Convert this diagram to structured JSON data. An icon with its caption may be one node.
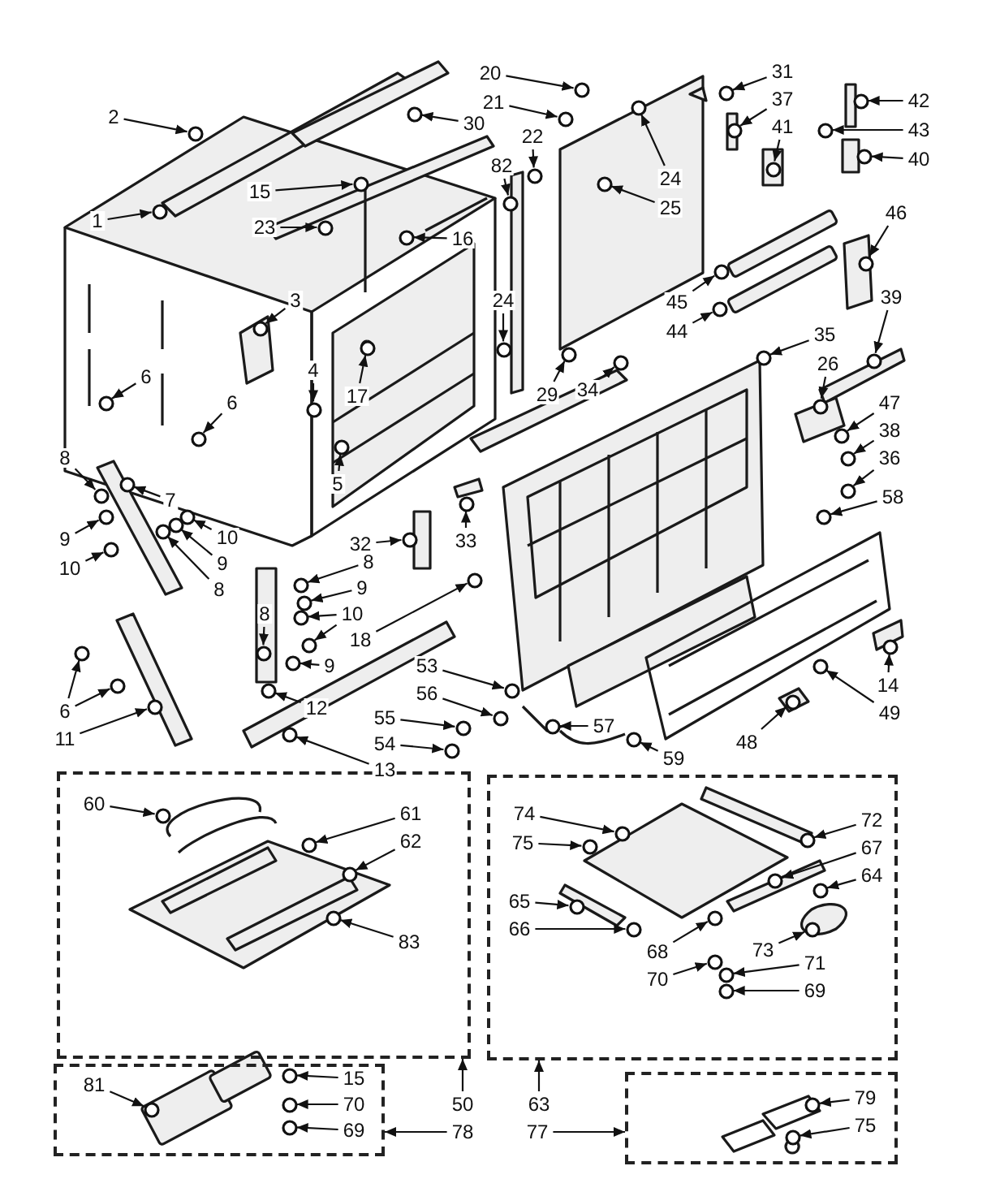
{
  "diagram": {
    "nodes": [
      {
        "text": [],
        "shape": "box"
      },
      {
        "text": [],
        "shape": "box"
      },
      {
        "text": [],
        "shape": "box"
      },
      {
        "text": [],
        "shape": "box"
      },
      {
        "text": [
          "2"
        ]
      },
      {
        "text": [
          "20"
        ]
      },
      {
        "text": [
          "31"
        ]
      },
      {
        "text": [
          "21"
        ]
      },
      {
        "text": [
          "37"
        ]
      },
      {
        "text": [
          "42"
        ]
      },
      {
        "text": [
          "30"
        ]
      },
      {
        "text": [
          "41"
        ]
      },
      {
        "text": [
          "22"
        ]
      },
      {
        "text": [
          "43"
        ]
      },
      {
        "text": [
          "40"
        ]
      },
      {
        "text": [
          "82"
        ]
      },
      {
        "text": [
          "24"
        ]
      },
      {
        "text": [
          "15"
        ]
      },
      {
        "text": [
          "25"
        ]
      },
      {
        "text": [
          "46"
        ]
      },
      {
        "text": [
          "1"
        ]
      },
      {
        "text": [
          "23"
        ]
      },
      {
        "text": [
          "16"
        ]
      },
      {
        "text": [
          "39"
        ]
      },
      {
        "text": [
          "3"
        ]
      },
      {
        "text": [
          "24"
        ]
      },
      {
        "text": [
          "45"
        ]
      },
      {
        "text": [
          "44"
        ]
      },
      {
        "text": [
          "35"
        ]
      },
      {
        "text": [
          "26"
        ]
      },
      {
        "text": [
          "4"
        ]
      },
      {
        "text": [
          "6"
        ]
      },
      {
        "text": [
          "34"
        ]
      },
      {
        "text": [
          "29"
        ]
      },
      {
        "text": [
          "17"
        ]
      },
      {
        "text": [
          "6"
        ]
      },
      {
        "text": [
          "47"
        ]
      },
      {
        "text": [
          "38"
        ]
      },
      {
        "text": [
          "36"
        ]
      },
      {
        "text": [
          "8"
        ]
      },
      {
        "text": [
          "5"
        ]
      },
      {
        "text": [
          "58"
        ]
      },
      {
        "text": [
          "7"
        ]
      },
      {
        "text": [
          "9"
        ]
      },
      {
        "text": [
          "10"
        ]
      },
      {
        "text": [
          "32"
        ]
      },
      {
        "text": [
          "33"
        ]
      },
      {
        "text": [
          "9"
        ]
      },
      {
        "text": [
          "8"
        ]
      },
      {
        "text": [
          "10"
        ]
      },
      {
        "text": [
          "8"
        ]
      },
      {
        "text": [
          "9"
        ]
      },
      {
        "text": [
          "10"
        ]
      },
      {
        "text": [
          "8"
        ]
      },
      {
        "text": [
          "18"
        ]
      },
      {
        "text": [
          "9"
        ]
      },
      {
        "text": [
          "53"
        ]
      },
      {
        "text": [
          "12"
        ]
      },
      {
        "text": [
          "14"
        ]
      },
      {
        "text": [
          "56"
        ]
      },
      {
        "text": [
          "6"
        ]
      },
      {
        "text": [
          "55"
        ]
      },
      {
        "text": [
          "49"
        ]
      },
      {
        "text": [
          "57"
        ]
      },
      {
        "text": [
          "54"
        ]
      },
      {
        "text": [
          "11"
        ]
      },
      {
        "text": [
          "48"
        ]
      },
      {
        "text": [
          "13"
        ]
      },
      {
        "text": [
          "59"
        ]
      },
      {
        "text": [
          "60"
        ],
        "in": 0
      },
      {
        "text": [
          "61"
        ],
        "in": 0
      },
      {
        "text": [
          "62"
        ],
        "in": 0
      },
      {
        "text": [
          "83"
        ],
        "in": 0
      },
      {
        "text": [
          "74"
        ],
        "in": 1
      },
      {
        "text": [
          "72"
        ],
        "in": 1
      },
      {
        "text": [
          "75"
        ],
        "in": 1
      },
      {
        "text": [
          "67"
        ],
        "in": 1
      },
      {
        "text": [
          "64"
        ],
        "in": 1
      },
      {
        "text": [
          "65"
        ],
        "in": 1
      },
      {
        "text": [
          "66"
        ],
        "in": 1
      },
      {
        "text": [
          "73"
        ],
        "in": 1
      },
      {
        "text": [
          "68"
        ],
        "in": 1
      },
      {
        "text": [
          "71"
        ],
        "in": 1
      },
      {
        "text": [
          "70"
        ],
        "in": 1
      },
      {
        "text": [
          "69"
        ],
        "in": 1
      },
      {
        "text": [
          "15"
        ],
        "in": 2
      },
      {
        "text": [
          "81"
        ],
        "in": 2
      },
      {
        "text": [
          "79"
        ],
        "in": 3
      },
      {
        "text": [
          "70"
        ],
        "in": 2
      },
      {
        "text": [
          "50"
        ]
      },
      {
        "text": [
          "63"
        ]
      },
      {
        "text": [
          "75"
        ],
        "in": 3
      },
      {
        "text": [
          "69"
        ],
        "in": 2
      },
      {
        "text": [
          "78"
        ]
      },
      {
        "text": [
          "77"
        ]
      },
      {
        "text": [],
        "shape": "circle"
      },
      {
        "text": [],
        "shape": "circle"
      },
      {
        "text": [],
        "shape": "circle"
      },
      {
        "text": [],
        "shape": "circle"
      },
      {
        "text": [],
        "shape": "circle"
      },
      {
        "text": [],
        "shape": "circle"
      },
      {
        "text": [],
        "shape": "circle"
      },
      {
        "text": [],
        "shape": "circle"
      },
      {
        "text": [],
        "shape": "circle"
      },
      {
        "text": [],
        "shape": "circle"
      },
      {
        "text": [],
        "shape": "circle"
      },
      {
        "text": [],
        "shape": "circle"
      },
      {
        "text": [],
        "shape": "circle"
      },
      {
        "text": [],
        "shape": "circle"
      },
      {
        "text": [],
        "shape": "circle"
      },
      {
        "text": [],
        "shape": "circle"
      },
      {
        "text": [],
        "shape": "circle"
      },
      {
        "text": [],
        "shape": "circle"
      },
      {
        "text": [],
        "shape": "circle"
      },
      {
        "text": [],
        "shape": "circle"
      },
      {
        "text": [],
        "shape": "circle"
      },
      {
        "text": [],
        "shape": "circle"
      },
      {
        "text": [],
        "shape": "circle"
      },
      {
        "text": [],
        "shape": "circle"
      },
      {
        "text": [],
        "shape": "circle"
      },
      {
        "text": [],
        "shape": "circle"
      },
      {
        "text": [],
        "shape": "circle"
      },
      {
        "text": [],
        "shape": "circle"
      },
      {
        "text": [],
        "shape": "circle"
      },
      {
        "text": [],
        "shape": "circle"
      },
      {
        "text": [],
        "shape": "circle"
      },
      {
        "text": [],
        "shape": "circle"
      },
      {
        "text": [],
        "shape": "circle"
      },
      {
        "text": [],
        "shape": "circle"
      },
      {
        "text": [],
        "shape": "circle"
      },
      {
        "text": [],
        "shape": "circle"
      },
      {
        "text": [],
        "shape": "circle"
      },
      {
        "text": [],
        "shape": "circle"
      },
      {
        "text": [],
        "shape": "circle"
      },
      {
        "text": [],
        "shape": "circle"
      },
      {
        "text": [],
        "shape": "circle"
      },
      {
        "text": [],
        "shape": "circle"
      },
      {
        "text": [],
        "shape": "circle"
      },
      {
        "text": [],
        "shape": "circle"
      },
      {
        "text": [],
        "shape": "circle"
      },
      {
        "text": [],
        "shape": "circle"
      },
      {
        "text": [],
        "shape": "circle"
      },
      {
        "text": [],
        "shape": "circle"
      },
      {
        "text": [],
        "shape": "circle"
      },
      {
        "text": [],
        "shape": "circle"
      },
      {
        "text": [],
        "shape": "circle"
      },
      {
        "text": [],
        "shape": "circle"
      },
      {
        "text": [],
        "shape": "circle"
      },
      {
        "text": [],
        "shape": "circle"
      },
      {
        "text": [],
        "shape": "circle"
      },
      {
        "text": [],
        "shape": "circle"
      },
      {
        "text": [],
        "shape": "circle"
      },
      {
        "text": [],
        "shape": "circle"
      },
      {
        "text": [],
        "shape": "circle"
      },
      {
        "text": [],
        "shape": "circle"
      },
      {
        "text": [],
        "shape": "circle"
      },
      {
        "text": [],
        "shape": "circle"
      },
      {
        "text": [],
        "shape": "circle"
      },
      {
        "text": [],
        "shape": "circle"
      },
      {
        "text": [],
        "shape": "circle"
      },
      {
        "text": [],
        "shape": "circle"
      },
      {
        "text": [],
        "shape": "circle"
      },
      {
        "text": [],
        "shape": "circle",
        "in": 0
      },
      {
        "text": [],
        "shape": "circle",
        "in": 0
      },
      {
        "text": [],
        "shape": "circle",
        "in": 0
      },
      {
        "text": [],
        "shape": "circle",
        "in": 0
      },
      {
        "text": [],
        "shape": "circle",
        "in": 1
      },
      {
        "text": [],
        "shape": "circle",
        "in": 1
      },
      {
        "text": [],
        "shape": "circle",
        "in": 1
      },
      {
        "text": [],
        "shape": "circle",
        "in": 1
      },
      {
        "text": [],
        "shape": "circle",
        "in": 1
      },
      {
        "text": [],
        "shape": "circle",
        "in": 1
      },
      {
        "text": [],
        "shape": "circle",
        "in": 1
      },
      {
        "text": [],
        "shape": "circle",
        "in": 1
      },
      {
        "text": [],
        "shape": "circle",
        "in": 1
      },
      {
        "text": [],
        "shape": "circle",
        "in": 1
      },
      {
        "text": [],
        "shape": "circle",
        "in": 1
      },
      {
        "text": [],
        "shape": "circle",
        "in": 1
      },
      {
        "text": [],
        "shape": "circle",
        "in": 2
      },
      {
        "text": [],
        "shape": "circle",
        "in": 2
      },
      {
        "text": [],
        "shape": "circle",
        "in": 3
      },
      {
        "text": [],
        "shape": "circle",
        "in": 2
      },
      {
        "text": [],
        "shape": "circle",
        "in": 3
      },
      {
        "text": [],
        "shape": "circle",
        "in": 2
      }
    ],
    "edges": [
      {
        "from": 4,
        "to": 95,
        "arrow": "to"
      },
      {
        "from": 5,
        "to": 96,
        "arrow": "to"
      },
      {
        "from": 6,
        "to": 97,
        "arrow": "to"
      },
      {
        "from": 7,
        "to": 98,
        "arrow": "to"
      },
      {
        "from": 8,
        "to": 99,
        "arrow": "to"
      },
      {
        "from": 9,
        "to": 100,
        "arrow": "to"
      },
      {
        "from": 10,
        "to": 101,
        "arrow": "to"
      },
      {
        "from": 11,
        "to": 102,
        "arrow": "to"
      },
      {
        "from": 12,
        "to": 103,
        "arrow": "to"
      },
      {
        "from": 13,
        "to": 104,
        "arrow": "to"
      },
      {
        "from": 14,
        "to": 105,
        "arrow": "to"
      },
      {
        "from": 15,
        "to": 106,
        "arrow": "to"
      },
      {
        "from": 16,
        "to": 107,
        "arrow": "to"
      },
      {
        "from": 17,
        "to": 108,
        "arrow": "to"
      },
      {
        "from": 18,
        "to": 109,
        "arrow": "to"
      },
      {
        "from": 19,
        "to": 110,
        "arrow": "to"
      },
      {
        "from": 20,
        "to": 111,
        "arrow": "to"
      },
      {
        "from": 21,
        "to": 112,
        "arrow": "to"
      },
      {
        "from": 22,
        "to": 113,
        "arrow": "to"
      },
      {
        "from": 23,
        "to": 114,
        "arrow": "to"
      },
      {
        "from": 24,
        "to": 115,
        "arrow": "to"
      },
      {
        "from": 25,
        "to": 116,
        "arrow": "to"
      },
      {
        "from": 26,
        "to": 117,
        "arrow": "to"
      },
      {
        "from": 27,
        "to": 118,
        "arrow": "to"
      },
      {
        "from": 28,
        "to": 119,
        "arrow": "to"
      },
      {
        "from": 29,
        "to": 120,
        "arrow": "to"
      },
      {
        "from": 30,
        "to": 121,
        "arrow": "to"
      },
      {
        "from": 31,
        "to": 122,
        "arrow": "to"
      },
      {
        "from": 32,
        "to": 123,
        "arrow": "to"
      },
      {
        "from": 33,
        "to": 124,
        "arrow": "to"
      },
      {
        "from": 34,
        "to": 125,
        "arrow": "to"
      },
      {
        "from": 35,
        "to": 126,
        "arrow": "to"
      },
      {
        "from": 36,
        "to": 127,
        "arrow": "to"
      },
      {
        "from": 37,
        "to": 128,
        "arrow": "to"
      },
      {
        "from": 38,
        "to": 129,
        "arrow": "to"
      },
      {
        "from": 39,
        "to": 130,
        "arrow": "to"
      },
      {
        "from": 40,
        "to": 131,
        "arrow": "to"
      },
      {
        "from": 41,
        "to": 132,
        "arrow": "to"
      },
      {
        "from": 42,
        "to": 133,
        "arrow": "to"
      },
      {
        "from": 43,
        "to": 134,
        "arrow": "to"
      },
      {
        "from": 44,
        "to": 135,
        "arrow": "to"
      },
      {
        "from": 45,
        "to": 136,
        "arrow": "to"
      },
      {
        "from": 46,
        "to": 137,
        "arrow": "to"
      },
      {
        "from": 47,
        "to": 138,
        "arrow": "to"
      },
      {
        "from": 48,
        "to": 139,
        "arrow": "to"
      },
      {
        "from": 49,
        "to": 140,
        "arrow": "to"
      },
      {
        "from": 50,
        "to": 141,
        "arrow": "to"
      },
      {
        "from": 51,
        "to": 142,
        "arrow": "to"
      },
      {
        "from": 52,
        "to": 143,
        "arrow": "to"
      },
      {
        "from": 52,
        "to": 144,
        "arrow": "to"
      },
      {
        "from": 53,
        "to": 145,
        "arrow": "to"
      },
      {
        "from": 54,
        "to": 146,
        "arrow": "to"
      },
      {
        "from": 55,
        "to": 147,
        "arrow": "to"
      },
      {
        "from": 56,
        "to": 148,
        "arrow": "to"
      },
      {
        "from": 57,
        "to": 149,
        "arrow": "to"
      },
      {
        "from": 58,
        "to": 150,
        "arrow": "to"
      },
      {
        "from": 59,
        "to": 151,
        "arrow": "to"
      },
      {
        "from": 60,
        "to": 152,
        "arrow": "to"
      },
      {
        "from": 60,
        "to": 153,
        "arrow": "to"
      },
      {
        "from": 61,
        "to": 154,
        "arrow": "to"
      },
      {
        "from": 62,
        "to": 155,
        "arrow": "to"
      },
      {
        "from": 63,
        "to": 156,
        "arrow": "to"
      },
      {
        "from": 64,
        "to": 157,
        "arrow": "to"
      },
      {
        "from": 65,
        "to": 158,
        "arrow": "to"
      },
      {
        "from": 66,
        "to": 159,
        "arrow": "to"
      },
      {
        "from": 67,
        "to": 160,
        "arrow": "to"
      },
      {
        "from": 68,
        "to": 161,
        "arrow": "to"
      },
      {
        "from": 69,
        "to": 162,
        "arrow": "to"
      },
      {
        "from": 70,
        "to": 163,
        "arrow": "to"
      },
      {
        "from": 71,
        "to": 164,
        "arrow": "to"
      },
      {
        "from": 72,
        "to": 165,
        "arrow": "to"
      },
      {
        "from": 73,
        "to": 166,
        "arrow": "to"
      },
      {
        "from": 74,
        "to": 167,
        "arrow": "to"
      },
      {
        "from": 75,
        "to": 168,
        "arrow": "to"
      },
      {
        "from": 76,
        "to": 169,
        "arrow": "to"
      },
      {
        "from": 77,
        "to": 170,
        "arrow": "to"
      },
      {
        "from": 78,
        "to": 171,
        "arrow": "to"
      },
      {
        "from": 79,
        "to": 172,
        "arrow": "to"
      },
      {
        "from": 80,
        "to": 173,
        "arrow": "to"
      },
      {
        "from": 81,
        "to": 174,
        "arrow": "to"
      },
      {
        "from": 82,
        "to": 175,
        "arrow": "to"
      },
      {
        "from": 83,
        "to": 176,
        "arrow": "to"
      },
      {
        "from": 84,
        "to": 177,
        "arrow": "to"
      },
      {
        "from": 85,
        "to": 178,
        "arrow": "to"
      },
      {
        "from": 86,
        "to": 179,
        "arrow": "to"
      },
      {
        "from": 87,
        "to": 180,
        "arrow": "to"
      },
      {
        "from": 88,
        "to": 181,
        "arrow": "to"
      },
      {
        "from": 89,
        "to": 0,
        "arrow": "to"
      },
      {
        "from": 90,
        "to": 1,
        "arrow": "to"
      },
      {
        "from": 91,
        "to": 182,
        "arrow": "to"
      },
      {
        "from": 92,
        "to": 183,
        "arrow": "to"
      },
      {
        "from": 93,
        "to": 2,
        "arrow": "to"
      },
      {
        "from": 94,
        "to": 3,
        "arrow": "to"
      }
    ]
  }
}
